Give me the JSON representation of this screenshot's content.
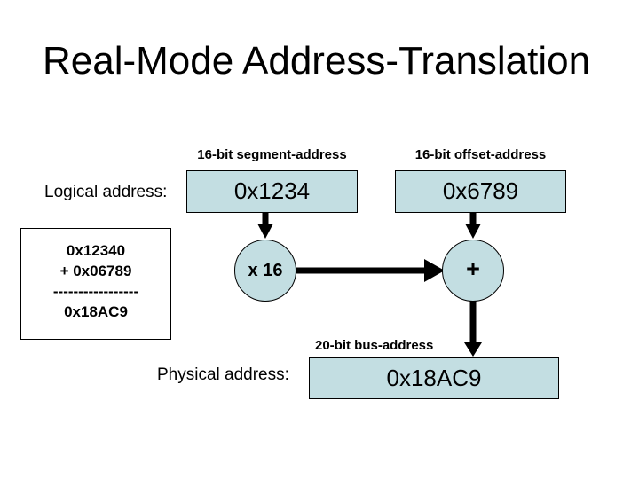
{
  "title": "Real-Mode Address-Translation",
  "logical": {
    "label": "Logical address:"
  },
  "segment": {
    "header": "16-bit segment-address",
    "value": "0x1234"
  },
  "offset": {
    "header": "16-bit offset-address",
    "value": "0x6789"
  },
  "calculation": {
    "operand1": "0x12340",
    "operand2": "+ 0x06789",
    "separator": "-----------------",
    "result": "0x18AC9"
  },
  "multiplier_label": "x 16",
  "adder_label": "+",
  "bus": {
    "label": "20-bit bus-address"
  },
  "physical": {
    "label": "Physical address:",
    "value": "0x18AC9"
  },
  "colors": {
    "box_fill": "#c3dee2",
    "box_border": "#000000",
    "arrow": "#000000",
    "background": "#ffffff",
    "text": "#000000"
  }
}
